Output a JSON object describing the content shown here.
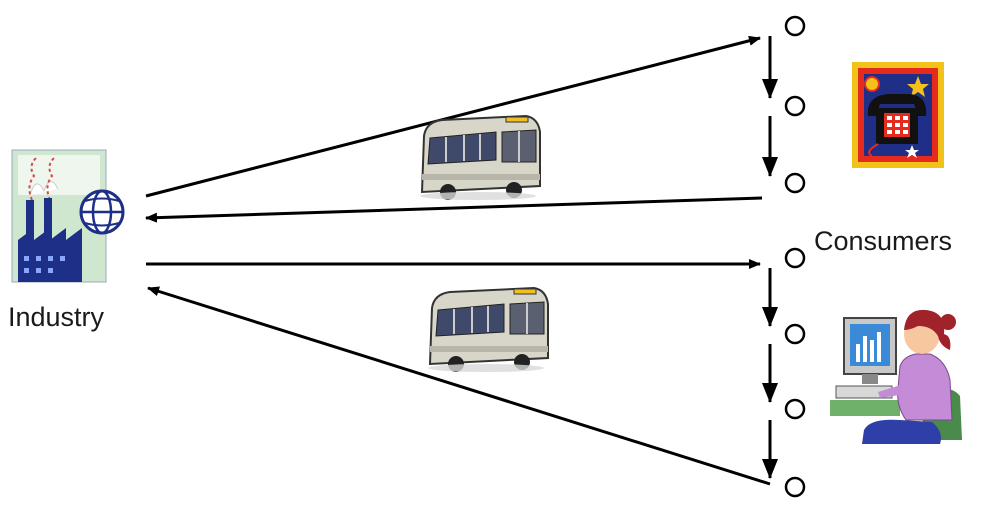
{
  "labels": {
    "industry": "Industry",
    "consumers": "Consumers"
  },
  "icons": {
    "industry": "factory-globe-icon",
    "bus": "bus-icon",
    "telephone": "telephone-icon",
    "computer_user": "woman-at-computer-icon"
  },
  "consumer_groups": [
    {
      "name": "upper-consumer-chain",
      "node_count": 3
    },
    {
      "name": "lower-consumer-chain",
      "node_count": 4
    }
  ],
  "colors": {
    "ink": "#000000",
    "factory_bg": "#cfe6cf",
    "factory_building": "#1d2f86",
    "smoke": "#d84848",
    "bus_body": "#d8d6c8",
    "phone_frame_red": "#e52a1e",
    "phone_frame_yellow": "#f3c21a",
    "person_shirt": "#c48bd6",
    "person_hair": "#a0222a"
  }
}
